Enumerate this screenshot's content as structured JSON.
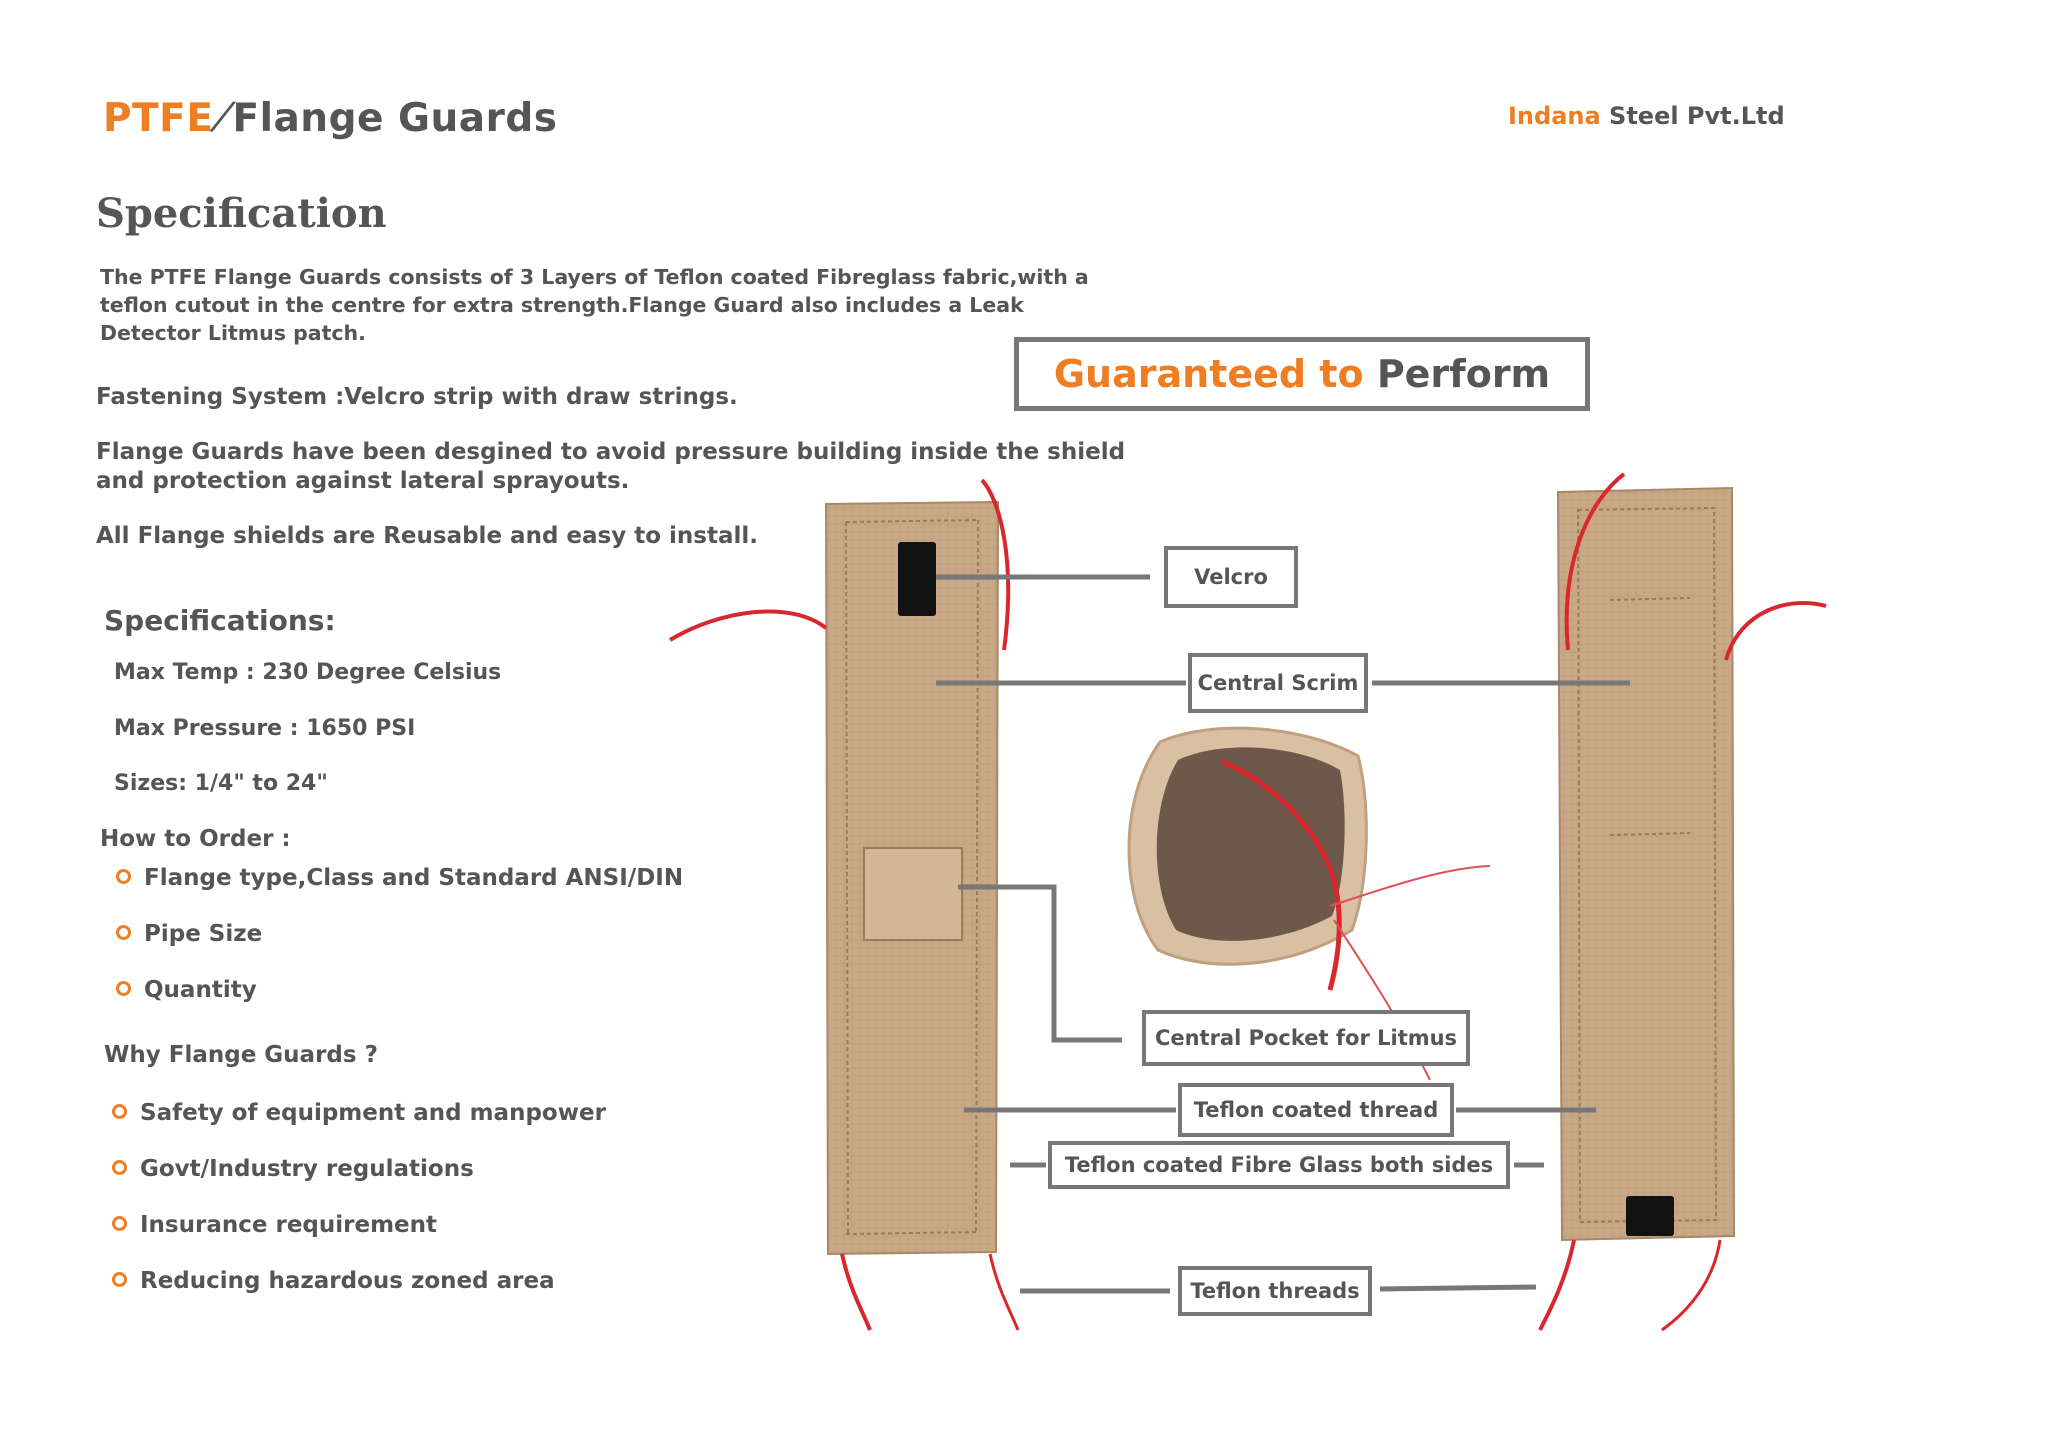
{
  "header": {
    "title_ptfe": "PTFE",
    "title_rest": "Flange Guards",
    "company_part1": "Indana",
    "company_part2": "Steel Pvt.Ltd"
  },
  "specification_heading": "Specification",
  "description": "The PTFE Flange Guards consists of 3 Layers of Teflon coated Fibreglass fabric,with a teflon cutout in the centre for extra strength.Flange Guard also includes a Leak Detector Litmus patch.",
  "fastening": "Fastening System :Velcro strip with draw strings.",
  "design_note": "Flange Guards have been desgined to avoid pressure building inside the shield and protection against lateral sprayouts.",
  "reusable_note": "All Flange shields are Reusable and easy to install.",
  "specs": {
    "heading": "Specifications:",
    "items": [
      "Max Temp : 230 Degree Celsius",
      "Max Pressure : 1650 PSI",
      "Sizes: 1/4\" to 24\""
    ]
  },
  "how_to_order": {
    "heading": "How to Order :",
    "items": [
      "Flange type,Class and Standard ANSI/DIN",
      "Pipe Size",
      "Quantity"
    ]
  },
  "why": {
    "heading": "Why Flange Guards ?",
    "items": [
      "Safety of equipment and manpower",
      "Govt/Industry regulations",
      "Insurance requirement",
      "Reducing hazardous zoned area"
    ]
  },
  "banner": {
    "part1": "Guaranteed to",
    "part2": "Perform"
  },
  "callouts": {
    "velcro": "Velcro",
    "central_scrim": "Central Scrim",
    "central_pocket": "Central Pocket for Litmus",
    "teflon_thread": "Teflon coated thread",
    "fibre_glass": "Teflon coated Fibre Glass both sides",
    "teflon_threads": "Teflon threads"
  },
  "colors": {
    "accent": "#ef7d22",
    "text": "#555555",
    "box_border": "#777777",
    "fabric": "#c9a98a",
    "string": "#d8282e"
  }
}
